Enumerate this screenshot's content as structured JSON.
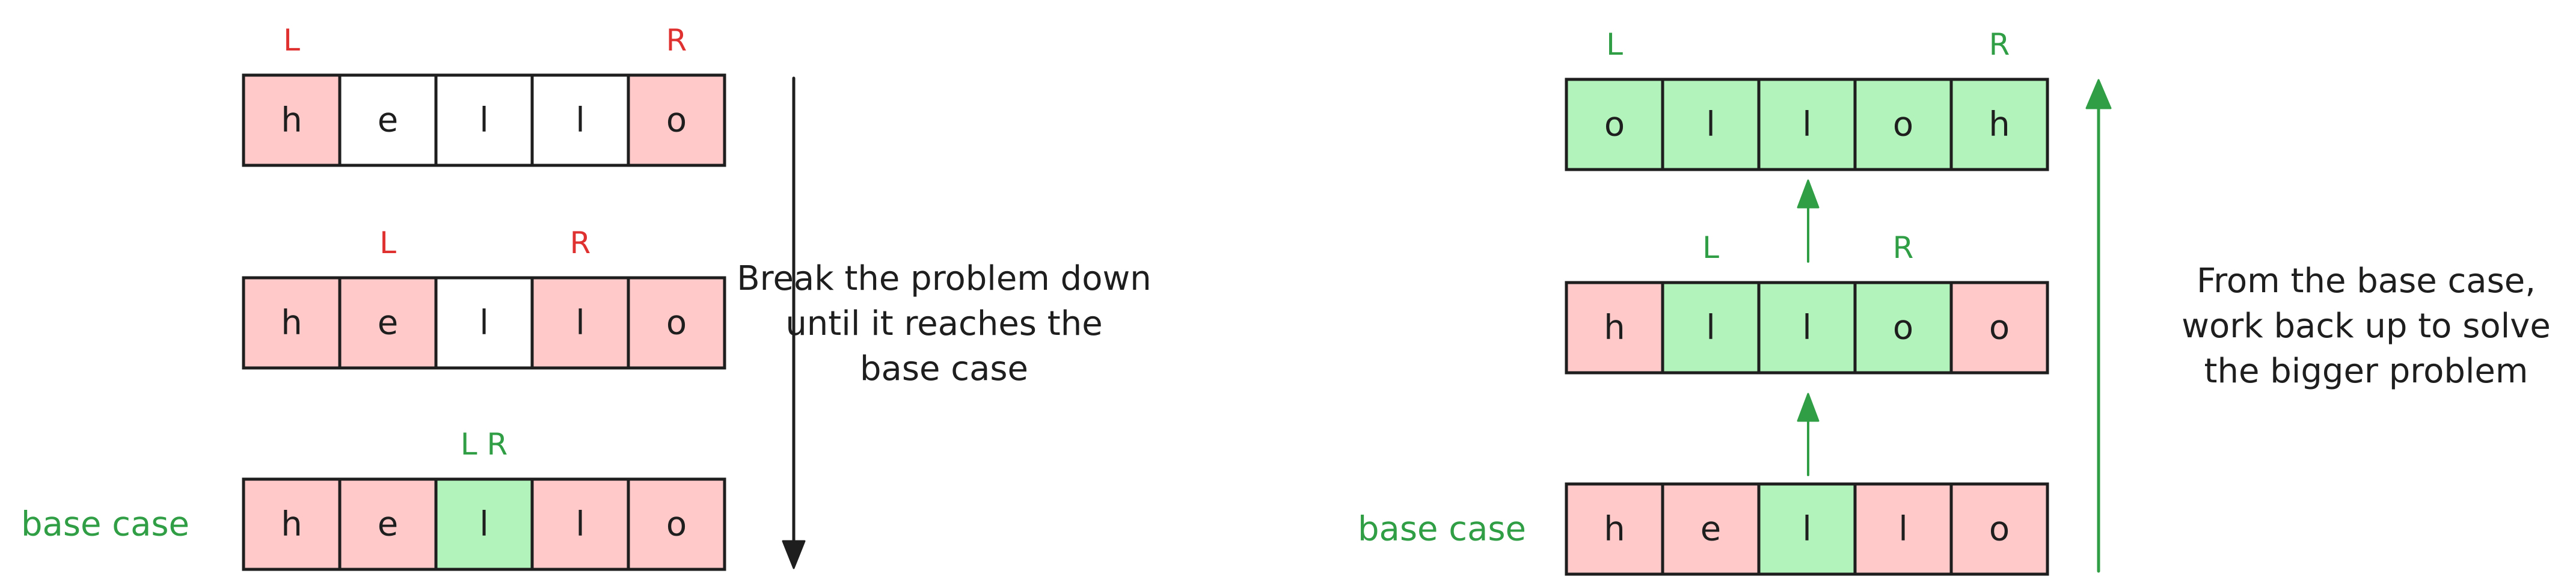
{
  "colors": {
    "red": "#e03131",
    "green": "#2f9e44",
    "pink_fill": "#ffc9c9",
    "green_fill": "#b2f2bb",
    "white_fill": "#ffffff",
    "arrow_down": "#1e1e1e",
    "arrow_up": "#2f9e44"
  },
  "left_panel": {
    "rows": [
      {
        "cells": [
          {
            "char": "h",
            "fill": "pink"
          },
          {
            "char": "e",
            "fill": "white"
          },
          {
            "char": "l",
            "fill": "white"
          },
          {
            "char": "l",
            "fill": "white"
          },
          {
            "char": "o",
            "fill": "pink"
          }
        ],
        "markers": [
          {
            "text": "L",
            "color": "red",
            "cell": 0
          },
          {
            "text": "R",
            "color": "red",
            "cell": 4
          }
        ],
        "label": ""
      },
      {
        "cells": [
          {
            "char": "h",
            "fill": "pink"
          },
          {
            "char": "e",
            "fill": "pink"
          },
          {
            "char": "l",
            "fill": "white"
          },
          {
            "char": "l",
            "fill": "pink"
          },
          {
            "char": "o",
            "fill": "pink"
          }
        ],
        "markers": [
          {
            "text": "L",
            "color": "red",
            "cell": 1
          },
          {
            "text": "R",
            "color": "red",
            "cell": 3
          }
        ],
        "label": ""
      },
      {
        "cells": [
          {
            "char": "h",
            "fill": "pink"
          },
          {
            "char": "e",
            "fill": "pink"
          },
          {
            "char": "l",
            "fill": "green"
          },
          {
            "char": "l",
            "fill": "pink"
          },
          {
            "char": "o",
            "fill": "pink"
          }
        ],
        "markers": [
          {
            "text": "L R",
            "color": "green",
            "cell": 2
          }
        ],
        "label": "base case"
      }
    ],
    "caption_lines": [
      "Break the problem down",
      "until it reaches the",
      "base case"
    ]
  },
  "right_panel": {
    "rows": [
      {
        "cells": [
          {
            "char": "o",
            "fill": "green"
          },
          {
            "char": "l",
            "fill": "green"
          },
          {
            "char": "l",
            "fill": "green"
          },
          {
            "char": "o",
            "fill": "green"
          },
          {
            "char": "h",
            "fill": "green"
          }
        ],
        "markers": [
          {
            "text": "L",
            "color": "green",
            "cell": 0
          },
          {
            "text": "R",
            "color": "green",
            "cell": 4
          }
        ],
        "label": ""
      },
      {
        "cells": [
          {
            "char": "h",
            "fill": "pink"
          },
          {
            "char": "l",
            "fill": "green"
          },
          {
            "char": "l",
            "fill": "green"
          },
          {
            "char": "o",
            "fill": "green"
          },
          {
            "char": "o",
            "fill": "pink"
          }
        ],
        "markers": [
          {
            "text": "L",
            "color": "green",
            "cell": 1
          },
          {
            "text": "R",
            "color": "green",
            "cell": 3
          }
        ],
        "label": ""
      },
      {
        "cells": [
          {
            "char": "h",
            "fill": "pink"
          },
          {
            "char": "e",
            "fill": "pink"
          },
          {
            "char": "l",
            "fill": "green"
          },
          {
            "char": "l",
            "fill": "pink"
          },
          {
            "char": "o",
            "fill": "pink"
          }
        ],
        "markers": [],
        "label": "base case"
      }
    ],
    "caption_lines": [
      "From the base case,",
      "work back up to solve",
      "the bigger problem"
    ]
  }
}
